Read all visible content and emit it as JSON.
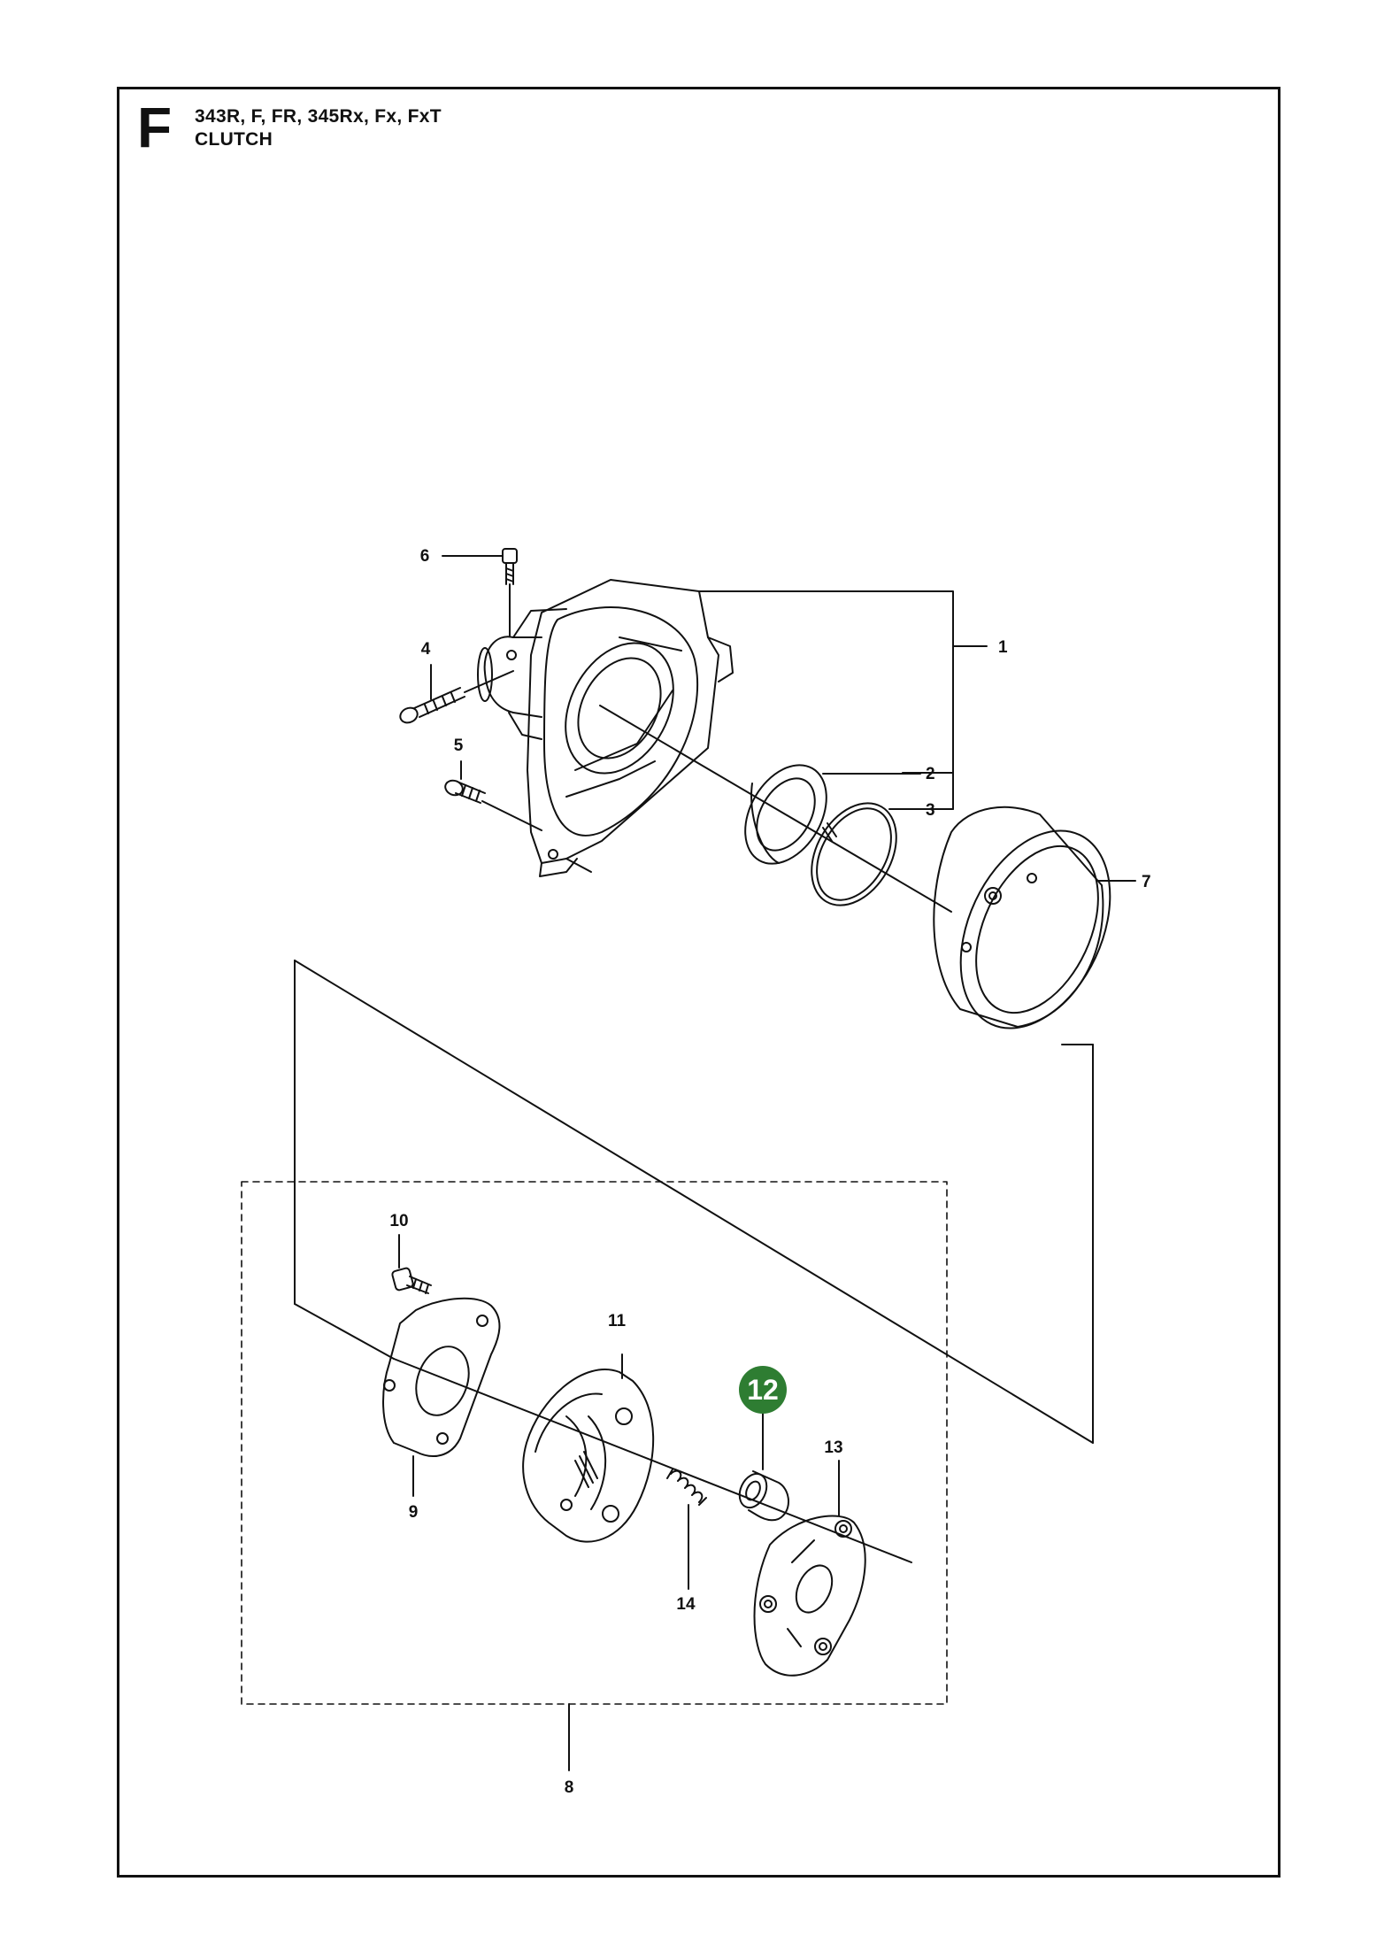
{
  "header": {
    "section_letter": "F",
    "models": "343R, F, FR, 345Rx, Fx, FxT",
    "title": "CLUTCH"
  },
  "callouts": {
    "p1": "1",
    "p2": "2",
    "p3": "3",
    "p4": "4",
    "p5": "5",
    "p6": "6",
    "p7": "7",
    "p8": "8",
    "p9": "9",
    "p10": "10",
    "p11": "11",
    "p12": "12",
    "p13": "13",
    "p14": "14"
  },
  "highlight": {
    "part": "12",
    "color": "#2e7d32"
  },
  "colors": {
    "line": "#111111",
    "background": "#ffffff"
  }
}
